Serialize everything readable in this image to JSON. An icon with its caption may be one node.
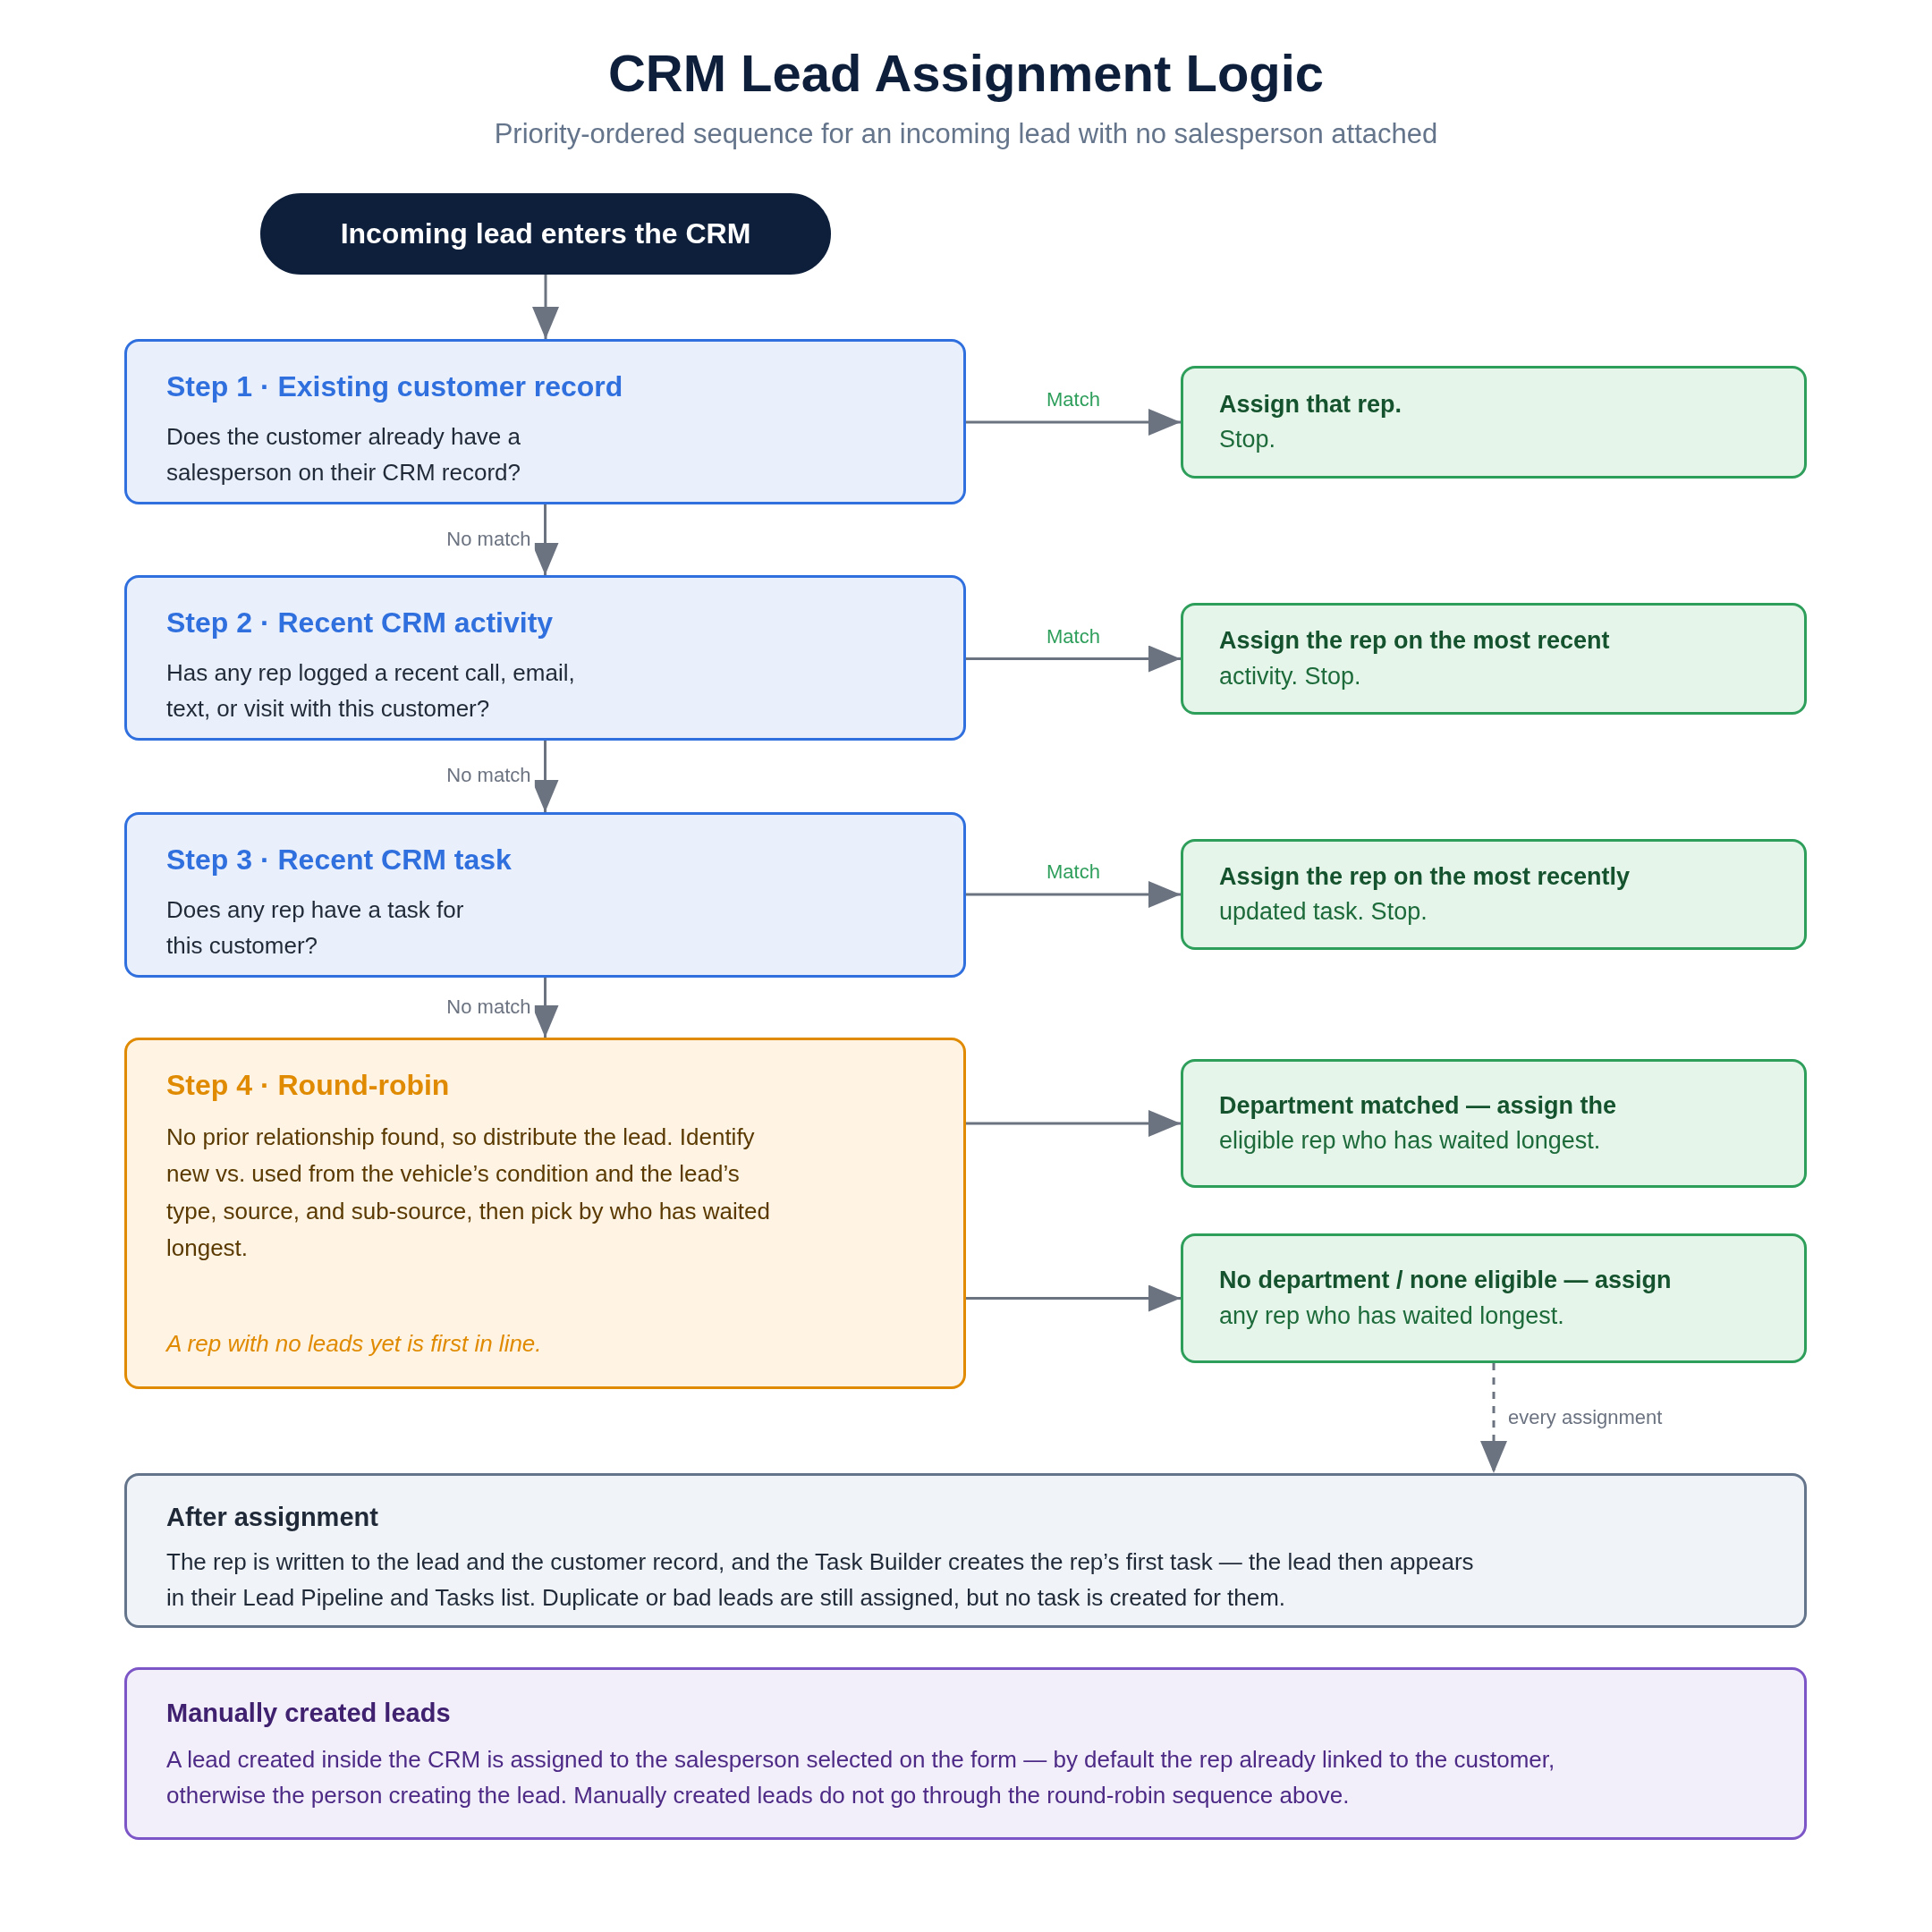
{
  "diagram": {
    "title": "CRM Lead Assignment Logic",
    "caption": "Priority-ordered sequence for an incoming lead with no salesperson attached",
    "nodes": [
      {
        "text": [
          "Incoming lead enters the CRM"
        ]
      },
      {
        "text": [
          "Step 1 · Existing customer record",
          "Does the customer already have a salesperson on their CRM record?"
        ]
      },
      {
        "text": [
          "Assign that rep.",
          "Stop."
        ]
      },
      {
        "text": [
          "Step 2 · Recent CRM activity",
          "Has any rep logged a recent call, email, text, or visit with this customer?"
        ]
      },
      {
        "text": [
          "Assign the rep on the most recent",
          "activity. Stop."
        ]
      },
      {
        "text": [
          "Step 3 · Recent CRM task",
          "Does any rep have a task for this customer?"
        ]
      },
      {
        "text": [
          "Assign the rep on the most recently",
          "updated task. Stop."
        ]
      },
      {
        "text": [
          "Step 4 · Round-robin",
          "No prior relationship found, so distribute the lead. Identify new vs. used from the vehicle’s condition and the lead’s type, source, and sub-source, then pick by who has waited longest.",
          "A rep with no leads yet is first in line."
        ]
      },
      {
        "text": [
          "Department matched — assign the",
          "eligible rep who has waited longest."
        ]
      },
      {
        "text": [
          "No department / none eligible — assign",
          "any rep who has waited longest."
        ]
      },
      {
        "text": [
          "After assignment",
          "The rep is written to the lead and the customer record, and the Task Builder creates the rep’s first task — the lead then appears in their Lead Pipeline and Tasks list. Duplicate or bad leads are still assigned, but no task is created for them."
        ]
      },
      {
        "text": [
          "Manually created leads",
          "A lead created inside the CRM is assigned to the salesperson selected on the form — by default the rep already linked to the customer, otherwise the person creating the lead. Manually created leads do not go through the round-robin sequence above."
        ]
      }
    ],
    "edges": [
      {
        "from": 0,
        "to": 1,
        "arrow": "to"
      },
      {
        "from": 1,
        "to": 2,
        "arrow": "to",
        "label": "Match"
      },
      {
        "from": 1,
        "to": 3,
        "arrow": "to",
        "label": "No match"
      },
      {
        "from": 3,
        "to": 4,
        "arrow": "to",
        "label": "Match"
      },
      {
        "from": 3,
        "to": 5,
        "arrow": "to",
        "label": "No match"
      },
      {
        "from": 5,
        "to": 6,
        "arrow": "to",
        "label": "Match"
      },
      {
        "from": 5,
        "to": 7,
        "arrow": "to",
        "label": "No match"
      },
      {
        "from": 7,
        "to": 8,
        "arrow": "to"
      },
      {
        "from": 7,
        "to": 9,
        "arrow": "to"
      },
      {
        "from": 9,
        "to": 10,
        "arrow": "to",
        "label": "every assignment",
        "style": "dashed"
      }
    ]
  }
}
